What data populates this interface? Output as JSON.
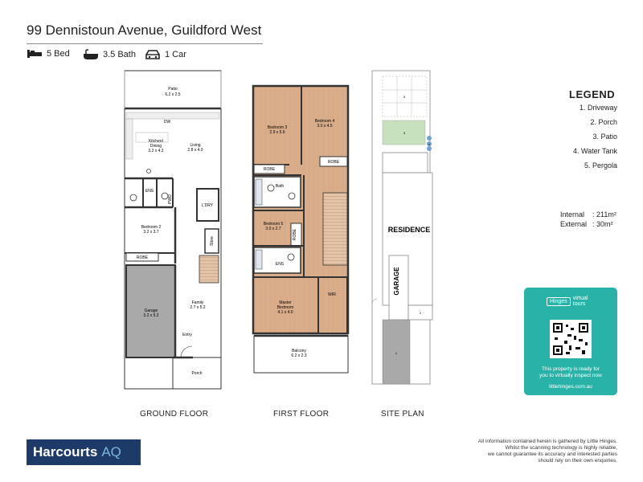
{
  "title": "99 Dennistoun Avenue, Guildford West",
  "features": {
    "bed": "5 Bed",
    "bath": "3.5 Bath",
    "car": "1 Car"
  },
  "legend": {
    "title": "LEGEND",
    "items": [
      "1. Driveway",
      "2. Porch",
      "3. Patio",
      "4. Water Tank",
      "5. Pergola"
    ]
  },
  "areas": {
    "internal_label": "Internal",
    "internal_value": ": 211m²",
    "external_label": "External",
    "external_value": ":  30m²"
  },
  "captions": {
    "ground": "GROUND FLOOR",
    "first": "FIRST FLOOR",
    "site": "SITE PLAN"
  },
  "virtual_tour": {
    "brand_a": "Hinges",
    "brand_b": "virtual",
    "brand_c": "tours",
    "line1": "This property is ready for",
    "line2": "you to virtually inspect now",
    "url": "littlehinges.com.au"
  },
  "agency": {
    "name": "Harcourts",
    "suffix": "AQ"
  },
  "disclaimer": [
    "All information contained herein is gathered by Little Hinges.",
    "Whilst the scanning technology is highly reliable,",
    "we cannot guarantee its accuracy and interested parties",
    "should rely on their own enquiries."
  ],
  "ground_floor": {
    "patio": {
      "name": "Patio",
      "dim": "6.2 x 2.5"
    },
    "dw": "DW",
    "kitchen": {
      "name1": "Kitchen/",
      "name2": "Dining",
      "dim": "3.2 x 4.2"
    },
    "living": {
      "name": "Living",
      "dim": "2.8 x 4.0"
    },
    "ens": "ENS",
    "pwd": "PWD",
    "laundry": "L'DRY",
    "bedroom2": {
      "name": "Bedroom 2",
      "dim": "3.2 x 3.7"
    },
    "store": "Store",
    "robe": "ROBE",
    "garage": {
      "name": "Garage",
      "dim": "3.2 x 5.2"
    },
    "family": {
      "name": "Family",
      "dim": "2.7 x 5.2"
    },
    "entry": "Entry",
    "porch": "Porch"
  },
  "first_floor": {
    "bedroom3": {
      "name": "Bedroom 3",
      "dim": "2.9 x 5.6"
    },
    "bedroom4": {
      "name": "Bedroom 4",
      "dim": "3.0 x 4.5"
    },
    "robe3": "ROBE",
    "robe4": "ROBE",
    "bath": "Bath",
    "bedroom5": {
      "name": "Bedroom 5",
      "dim": "3.0 x 2.7"
    },
    "robe5": "ROBE",
    "ens": "ENS",
    "master": {
      "name1": "Master",
      "name2": "Bedroom",
      "dim": "4.1 x 4.0"
    },
    "wir": "WIR",
    "balcony": {
      "name": "Balcony",
      "dim": "6.2 x 2.3"
    }
  },
  "site_plan": {
    "residence": "RESIDENCE",
    "garage": "GARAGE",
    "markers": [
      "5",
      "3",
      "4",
      "2",
      "1"
    ]
  },
  "colors": {
    "wood": "#d9ad8a",
    "garage": "#a9a9a9",
    "grass": "#c7e0be",
    "teal": "#29b3a8",
    "navy": "#1d3a68"
  }
}
